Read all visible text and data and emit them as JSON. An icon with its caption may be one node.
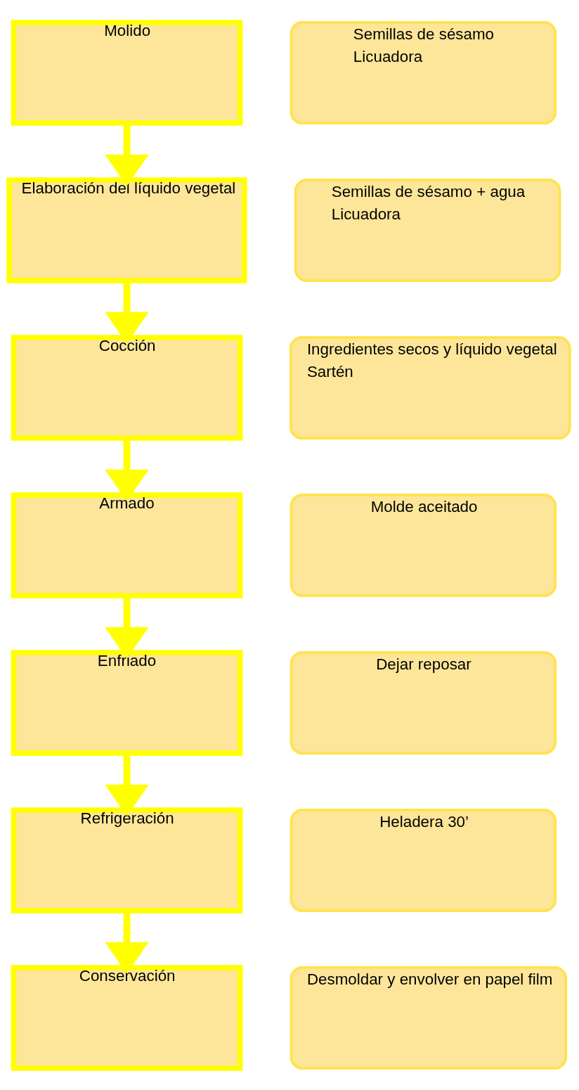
{
  "diagram": {
    "nodes": [
      {
        "text": [
          "Molido"
        ]
      },
      {
        "text": [
          "Semillas de sésamo",
          "Licuadora"
        ]
      },
      {
        "text": [
          "Elaboración del líquido vegetal"
        ]
      },
      {
        "text": [
          "Semillas de sésamo + agua",
          "Licuadora"
        ]
      },
      {
        "text": [
          "Cocción"
        ]
      },
      {
        "text": [
          "Ingredientes secos y líquido vegetal",
          "Sartén"
        ]
      },
      {
        "text": [
          "Armado"
        ]
      },
      {
        "text": [
          "Molde aceitado"
        ]
      },
      {
        "text": [
          "Enfriado"
        ]
      },
      {
        "text": [
          "Dejar reposar"
        ]
      },
      {
        "text": [
          "Refrigeración"
        ]
      },
      {
        "text": [
          "Heladera 30’"
        ]
      },
      {
        "text": [
          "Conservación"
        ]
      },
      {
        "text": [
          "Desmoldar y envolver en papel film"
        ]
      }
    ],
    "edges": [
      {
        "from": 0,
        "to": 2,
        "arrow": "to"
      },
      {
        "from": 2,
        "to": 4,
        "arrow": "to"
      },
      {
        "from": 4,
        "to": 6,
        "arrow": "to"
      },
      {
        "from": 6,
        "to": 8,
        "arrow": "to"
      },
      {
        "from": 8,
        "to": 10,
        "arrow": "to"
      },
      {
        "from": 10,
        "to": 12,
        "arrow": "to"
      }
    ]
  }
}
